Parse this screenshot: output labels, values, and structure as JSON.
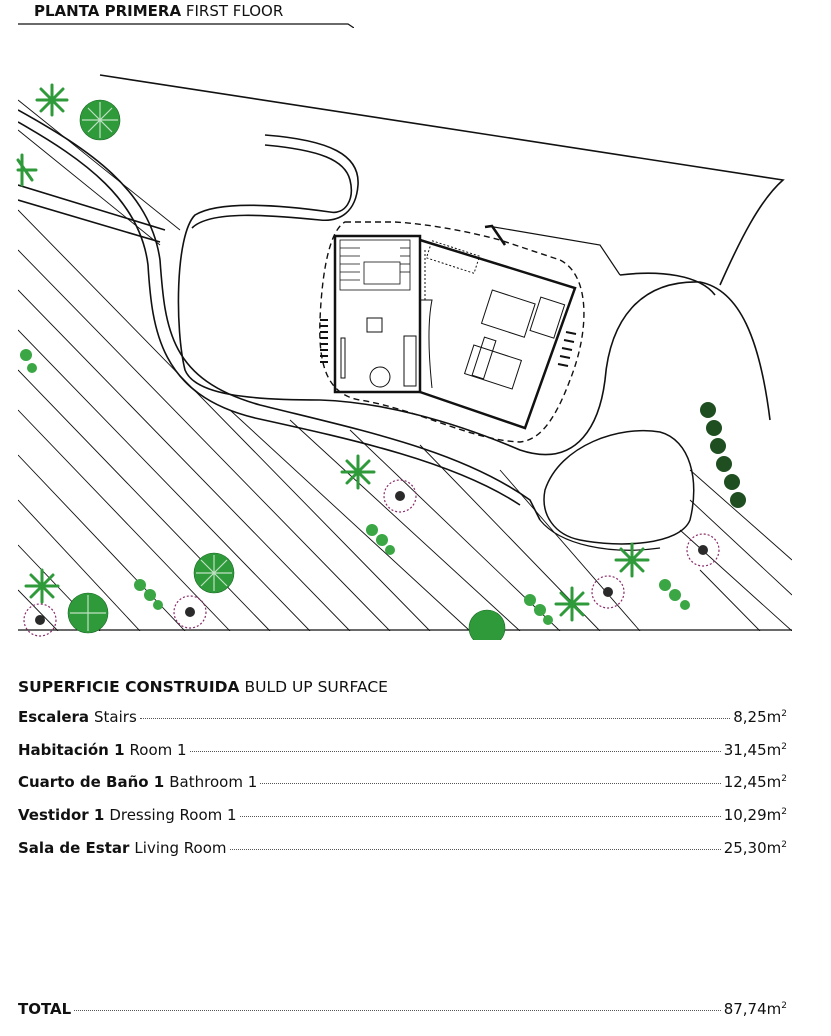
{
  "header": {
    "title_es": "PLANTA PRIMERA",
    "title_en": "FIRST FLOOR"
  },
  "surface": {
    "heading_es": "SUPERFICIE CONSTRUIDA",
    "heading_en": "BULD UP SURFACE",
    "unit": "m",
    "unit_exp": "2",
    "rows": [
      {
        "es": "Escalera",
        "en": "Stairs",
        "value": "8,25"
      },
      {
        "es": "Habitación 1",
        "en": "Room 1",
        "value": "31,45"
      },
      {
        "es": "Cuarto de Baño 1",
        "en": "Bathroom 1",
        "value": "12,45"
      },
      {
        "es": "Vestidor 1",
        "en": "Dressing Room 1",
        "value": "10,29"
      },
      {
        "es": "Sala de Estar",
        "en": "Living Room",
        "value": "25,30"
      }
    ],
    "total": {
      "label": "TOTAL",
      "value": "87,74"
    }
  },
  "colors": {
    "tree_green": "#2e9a3a",
    "shrub_purple": "#8a2a6a",
    "line": "#111111"
  }
}
